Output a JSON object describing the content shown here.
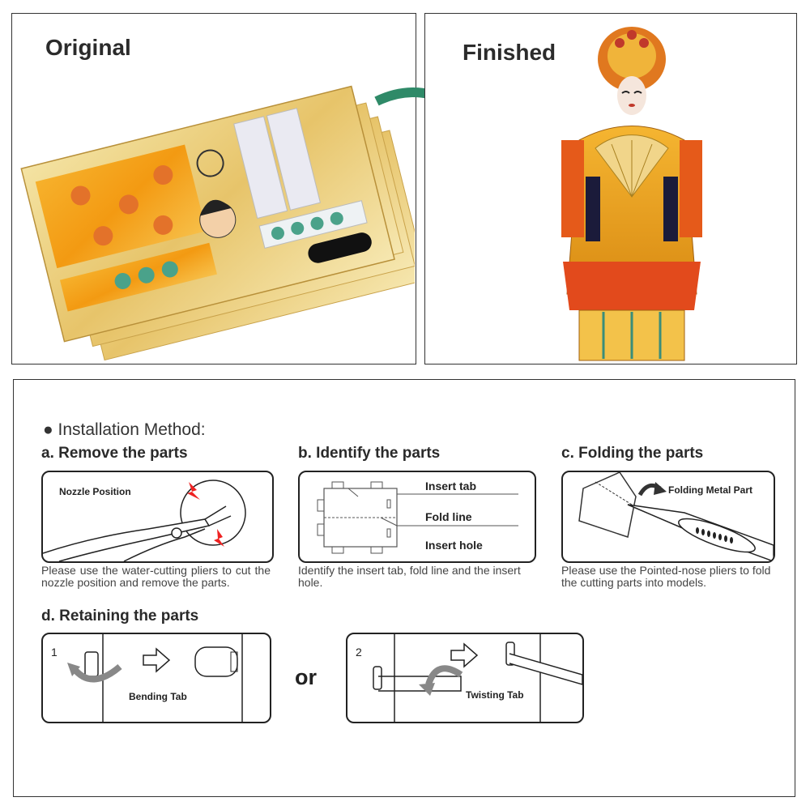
{
  "original_panel": {
    "title": "Original"
  },
  "finished_panel": {
    "title": "Finished"
  },
  "installation": {
    "heading": "● Installation Method:",
    "steps": [
      {
        "title": "a. Remove the parts",
        "labels": [
          "Nozzle Position"
        ],
        "description": "Please use the water-cutting pliers to cut the nozzle position and remove the parts."
      },
      {
        "title": "b. Identify the parts",
        "labels": [
          "Insert tab",
          "Fold line",
          "Insert hole"
        ],
        "description": "Identify the insert tab, fold line and the insert hole."
      },
      {
        "title": "c. Folding the parts",
        "labels": [
          "Folding Metal Part"
        ],
        "description": "Please use the Pointed-nose pliers to fold the cutting parts into models."
      },
      {
        "title": "d. Retaining the parts",
        "options": [
          {
            "number": "1",
            "label": "Bending Tab"
          },
          {
            "number": "2",
            "label": "Twisting Tab"
          }
        ],
        "separator": "or"
      }
    ]
  },
  "colors": {
    "arrow": "#2f8a68",
    "gold": "#e9b23a",
    "orange": "#f0a01e",
    "red": "#c0392b"
  }
}
